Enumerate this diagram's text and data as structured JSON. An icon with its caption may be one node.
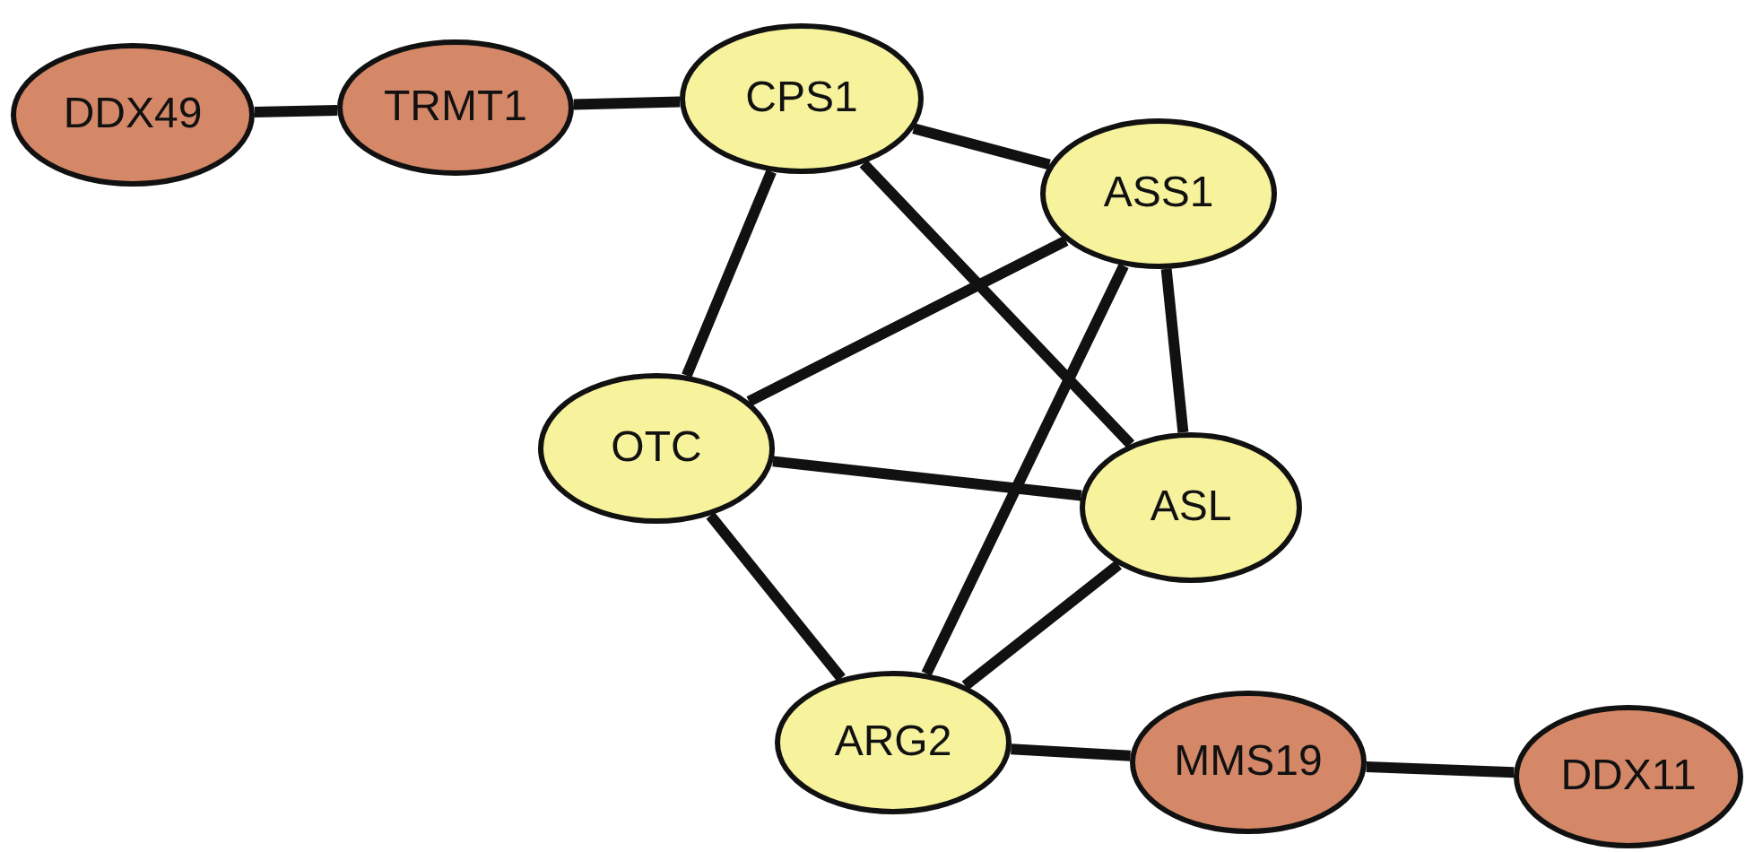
{
  "diagram": {
    "nodes": [
      {
        "text": [
          "DDX49"
        ]
      },
      {
        "text": [
          "TRMT1"
        ]
      },
      {
        "text": [
          "CPS1"
        ]
      },
      {
        "text": [
          "ASS1"
        ]
      },
      {
        "text": [
          "OTC"
        ]
      },
      {
        "text": [
          "ASL"
        ]
      },
      {
        "text": [
          "ARG2"
        ]
      },
      {
        "text": [
          "MMS19"
        ]
      },
      {
        "text": [
          "DDX11"
        ]
      }
    ],
    "edges": [
      {
        "from": 0,
        "to": 1,
        "arrow": "none"
      },
      {
        "from": 1,
        "to": 2,
        "arrow": "none"
      },
      {
        "from": 2,
        "to": 3,
        "arrow": "none"
      },
      {
        "from": 2,
        "to": 4,
        "arrow": "none"
      },
      {
        "from": 2,
        "to": 5,
        "arrow": "none"
      },
      {
        "from": 3,
        "to": 4,
        "arrow": "none"
      },
      {
        "from": 3,
        "to": 5,
        "arrow": "none"
      },
      {
        "from": 3,
        "to": 6,
        "arrow": "none"
      },
      {
        "from": 4,
        "to": 5,
        "arrow": "none"
      },
      {
        "from": 4,
        "to": 6,
        "arrow": "none"
      },
      {
        "from": 5,
        "to": 6,
        "arrow": "none"
      },
      {
        "from": 6,
        "to": 7,
        "arrow": "none"
      },
      {
        "from": 7,
        "to": 8,
        "arrow": "none"
      }
    ]
  }
}
